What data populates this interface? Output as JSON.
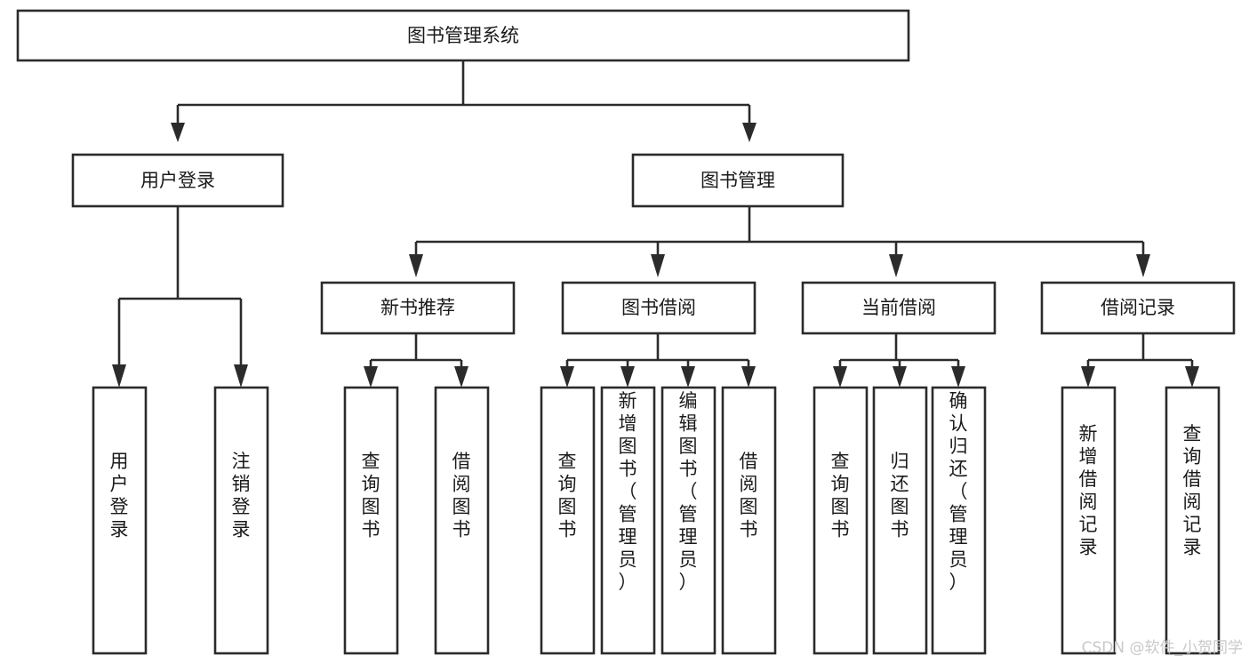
{
  "diagram": {
    "type": "tree-hierarchy",
    "title": "图书管理系统",
    "orientation": "top-down",
    "colors": {
      "box_stroke": "#2b2b2b",
      "box_fill": "#ffffff",
      "connector": "#2b2b2b",
      "text": "#1a1a1a",
      "background": "#ffffff",
      "watermark": "#c9c9c9"
    },
    "root": {
      "id": "root",
      "label": "图书管理系统",
      "orientation": "horizontal"
    },
    "level2": [
      {
        "id": "user-login",
        "label": "用户登录",
        "orientation": "horizontal"
      },
      {
        "id": "book-management",
        "label": "图书管理",
        "orientation": "horizontal"
      }
    ],
    "level3": [
      {
        "id": "new-book-recommend",
        "label": "新书推荐",
        "orientation": "horizontal",
        "parent": "book-management"
      },
      {
        "id": "book-borrow",
        "label": "图书借阅",
        "orientation": "horizontal",
        "parent": "book-management"
      },
      {
        "id": "current-borrow",
        "label": "当前借阅",
        "orientation": "horizontal",
        "parent": "book-management"
      },
      {
        "id": "borrow-records",
        "label": "借阅记录",
        "orientation": "horizontal",
        "parent": "book-management"
      }
    ],
    "leaves": [
      {
        "id": "leaf-user-login",
        "label": "用户登录",
        "orientation": "vertical",
        "parent": "user-login"
      },
      {
        "id": "leaf-user-logout",
        "label": "注销登录",
        "orientation": "vertical",
        "parent": "user-login"
      },
      {
        "id": "leaf-query-book-1",
        "label": "查询图书",
        "orientation": "vertical",
        "parent": "new-book-recommend"
      },
      {
        "id": "leaf-borrow-book-1",
        "label": "借阅图书",
        "orientation": "vertical",
        "parent": "new-book-recommend"
      },
      {
        "id": "leaf-query-book-2",
        "label": "查询图书",
        "orientation": "vertical",
        "parent": "book-borrow"
      },
      {
        "id": "leaf-add-book",
        "label": "新增图书（管理员）",
        "orientation": "vertical",
        "parent": "book-borrow"
      },
      {
        "id": "leaf-edit-book",
        "label": "编辑图书（管理员）",
        "orientation": "vertical",
        "parent": "book-borrow"
      },
      {
        "id": "leaf-borrow-book-2",
        "label": "借阅图书",
        "orientation": "vertical",
        "parent": "book-borrow"
      },
      {
        "id": "leaf-query-book-3",
        "label": "查询图书",
        "orientation": "vertical",
        "parent": "current-borrow"
      },
      {
        "id": "leaf-return-book",
        "label": "归还图书",
        "orientation": "vertical",
        "parent": "current-borrow"
      },
      {
        "id": "leaf-confirm-return",
        "label": "确认归还（管理员）",
        "orientation": "vertical",
        "parent": "current-borrow"
      },
      {
        "id": "leaf-add-record",
        "label": "新增借阅记录",
        "orientation": "vertical",
        "parent": "borrow-records"
      },
      {
        "id": "leaf-query-record",
        "label": "查询借阅记录",
        "orientation": "vertical",
        "parent": "borrow-records"
      }
    ]
  },
  "watermark": {
    "label": "CSDN @软件_小贺同学"
  }
}
